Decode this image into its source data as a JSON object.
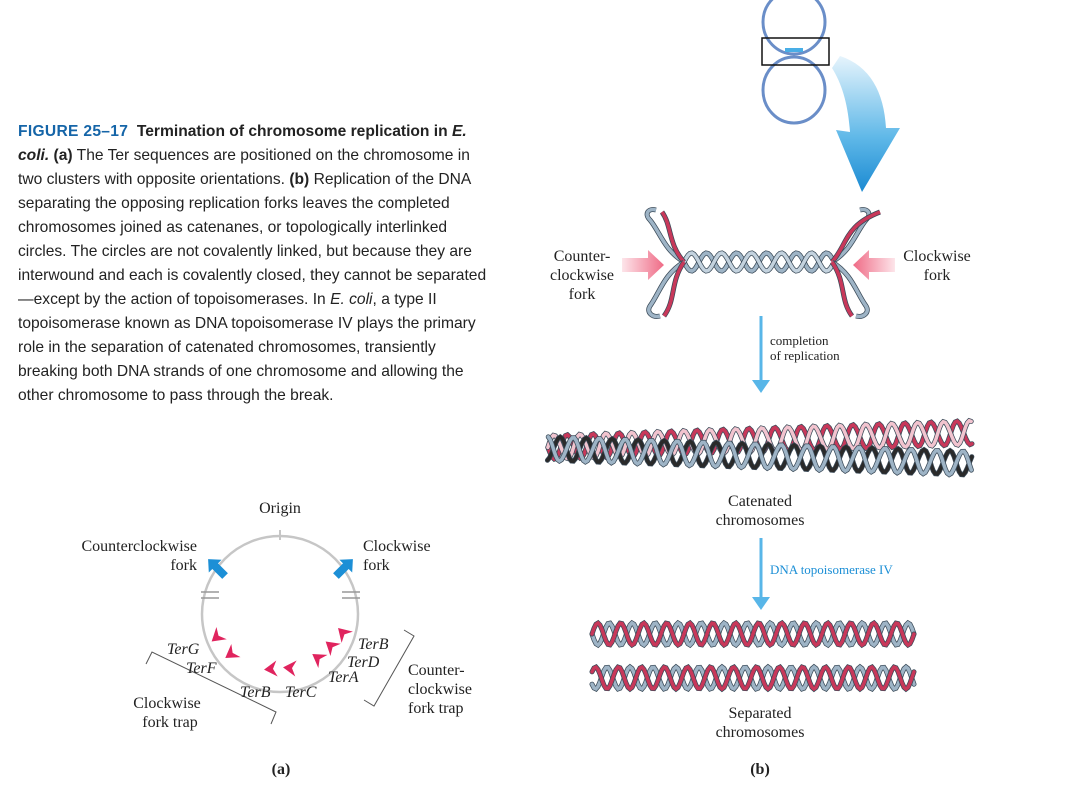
{
  "caption": {
    "label": "FIGURE 25–17",
    "title_1": "Termination of chromosome replication in",
    "title_ecoli": "E. coli.",
    "part_a": "(a)",
    "text_a": "The Ter sequences are positioned on the chromosome in two clusters with opposite orientations.",
    "part_b": "(b)",
    "text_b_1": "Replication of the DNA separating the opposing replication forks leaves the completed chromosomes joined as catenanes, or topologically interlinked circles. The circles are not covalently linked, but because they are interwound and each is covalently closed, they cannot be separated—except by the action of topoisomerases. In",
    "text_b_ecoli": "E. coli",
    "text_b_2": ", a type II topoisomerase known as DNA topoisomerase IV plays the primary role in the separation of catenated chromosomes, transiently breaking both DNA strands of one chromosome and allowing the other chromosome to pass through the break."
  },
  "panel_a": {
    "origin": "Origin",
    "ccw_fork_1": "Counterclockwise",
    "ccw_fork_2": "fork",
    "cw_fork_1": "Clockwise",
    "cw_fork_2": "fork",
    "ter_labels": [
      "TerG",
      "TerF",
      "TerB",
      "TerC",
      "TerA",
      "TerD",
      "TerB"
    ],
    "cw_trap_1": "Clockwise",
    "cw_trap_2": "fork trap",
    "ccw_trap_1": "Counter-",
    "ccw_trap_2": "clockwise",
    "ccw_trap_3": "fork trap",
    "panel_label": "(a)"
  },
  "panel_b": {
    "left_fork_1": "Counter-",
    "left_fork_2": "clockwise",
    "left_fork_3": "fork",
    "right_fork_1": "Clockwise",
    "right_fork_2": "fork",
    "step1_1": "completion",
    "step1_2": "of replication",
    "catenated_1": "Catenated",
    "catenated_2": "chromosomes",
    "step2": "DNA topoisomerase IV",
    "separated_1": "Separated",
    "separated_2": "chromosomes",
    "panel_label": "(b)"
  },
  "colors": {
    "accent_blue": "#1565a8",
    "ter_red": "#e0245e",
    "fork_blue": "#1c8fd6",
    "arrow_light_blue": "#58b6e8",
    "strand_red": "#c8385a",
    "strand_gray": "#9eb4c6",
    "chromosome_blue": "#6a8ec8"
  }
}
